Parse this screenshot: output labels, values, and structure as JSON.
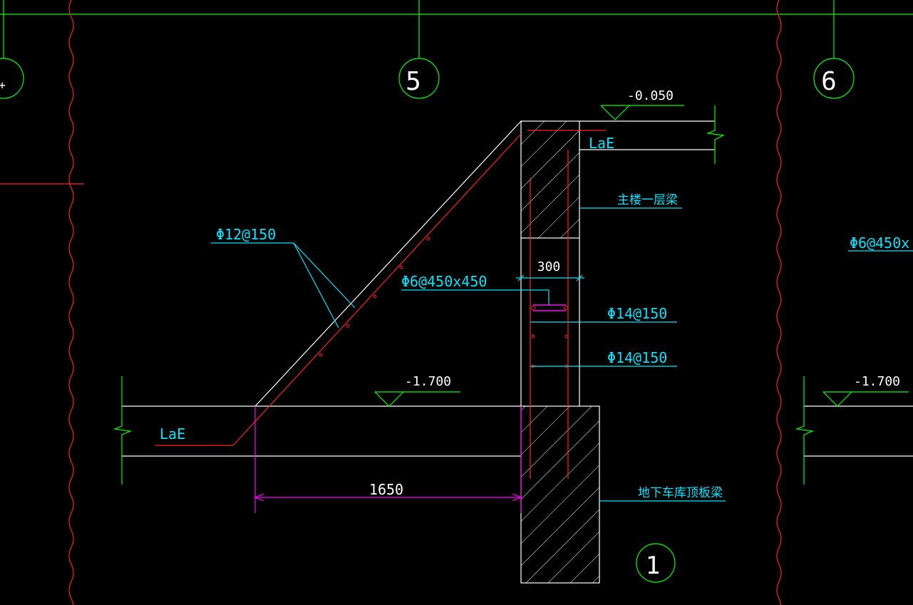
{
  "axis_bubbles": {
    "left_partial": "+",
    "axis_5": "5",
    "axis_6": "6",
    "detail_no": "1"
  },
  "elevations": {
    "top": "-0.050",
    "bottom_mid": "-1.700",
    "bottom_right": "-1.700"
  },
  "labels": {
    "lae_top": "LaE",
    "lae_bottom": "LaE",
    "main_beam": "主楼一层梁",
    "garage_beam": "地下车库顶板梁",
    "slope_rebar": "Φ12@150",
    "tie_rebar": "Φ6@450x450",
    "wall_rebar_1": "Φ14@150",
    "wall_rebar_2": "Φ14@150",
    "right_cut_rebar": "Φ6@450x"
  },
  "dimensions": {
    "wall_width": "300",
    "horizontal": "1650"
  },
  "colors": {
    "background": "#000000",
    "outline": "#ffffff",
    "rebar": "#ff2020",
    "leader_text": "#00e5ff",
    "axis": "#00ff00",
    "dimension_purple": "#ff00ff",
    "hatch": "#ffffff"
  }
}
